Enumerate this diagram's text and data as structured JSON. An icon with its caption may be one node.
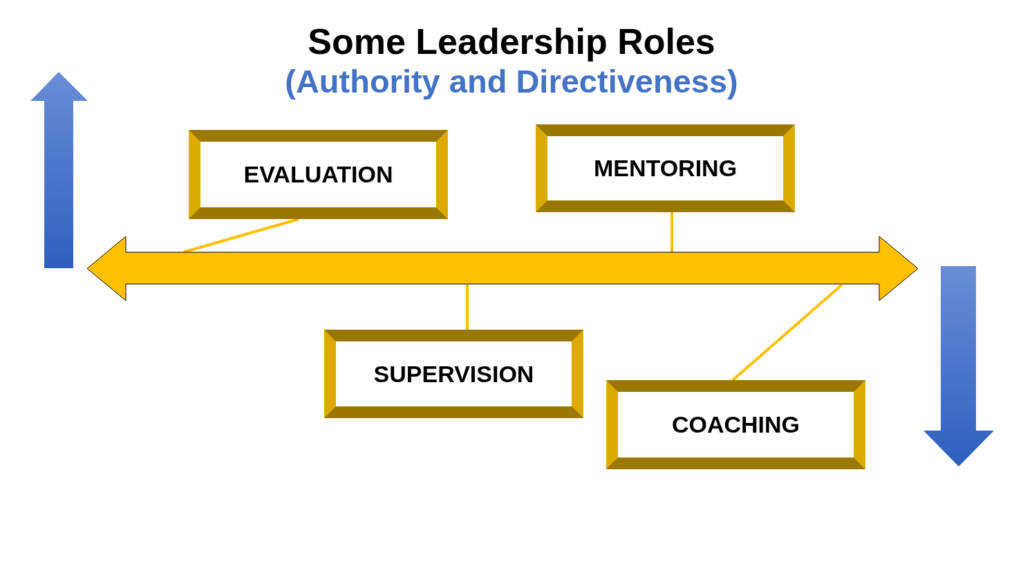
{
  "diagram": {
    "title": "Some Leadership Roles",
    "nodes": [
      {
        "text": [
          "EVALUATION"
        ]
      },
      {
        "text": [
          "MENTORING"
        ]
      },
      {
        "text": [
          "SUPERVISION"
        ]
      },
      {
        "text": [
          "COACHING"
        ]
      },
      {
        "text": [],
        "shape": "bar"
      }
    ],
    "edges": [
      {
        "from": 0,
        "to": 4,
        "arrow": "none"
      },
      {
        "from": 1,
        "to": 4,
        "arrow": "none"
      },
      {
        "from": 2,
        "to": 4,
        "arrow": "none"
      },
      {
        "from": 3,
        "to": 4,
        "arrow": "none"
      }
    ],
    "labels": [
      "(Authority and Directiveness)"
    ]
  }
}
